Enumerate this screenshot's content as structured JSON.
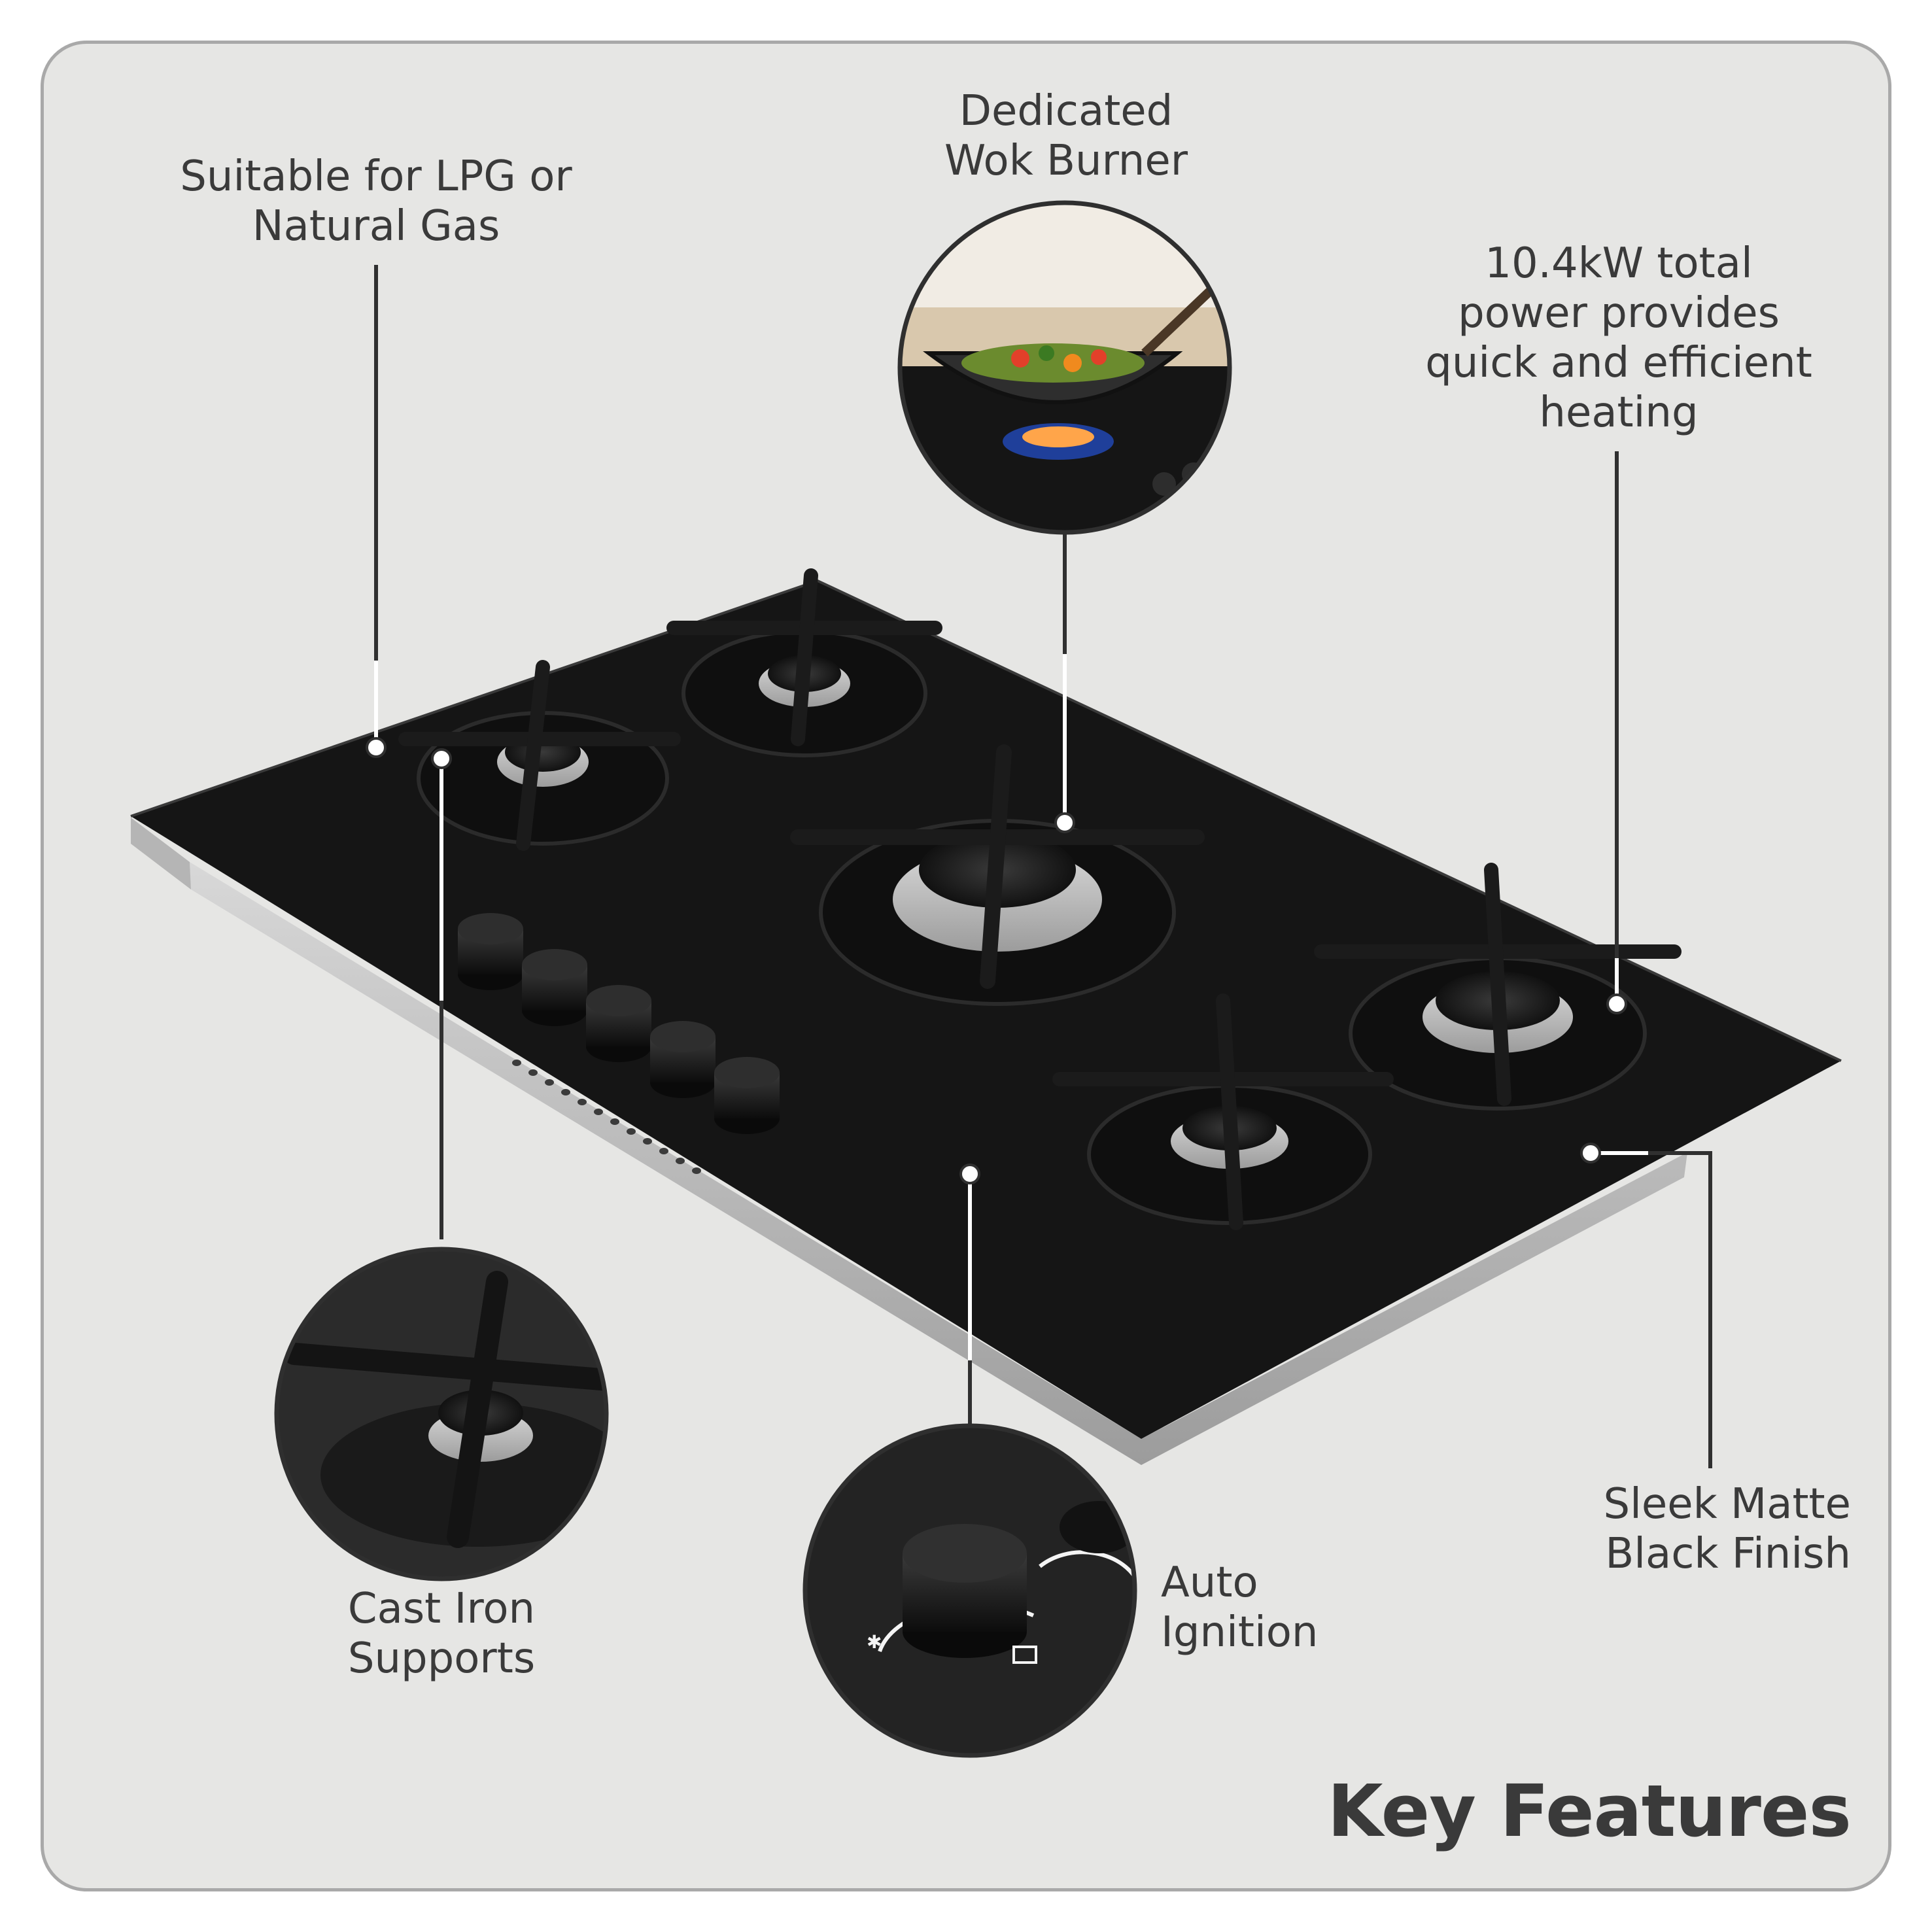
{
  "colors": {
    "background": "#e6e6e4",
    "card_border": "#a9a9a9",
    "text": "#3a3a3a",
    "hob_glass": "#151515",
    "steel": "#bdbdbd",
    "callout_line": "#303030",
    "callout_dot": "#ffffff"
  },
  "features": {
    "fuel": {
      "line1": "Suitable for LPG or",
      "line2": "Natural Gas"
    },
    "wok": {
      "line1": "Dedicated",
      "line2": "Wok Burner"
    },
    "power": {
      "line1": "10.4kW total",
      "line2": "power provides",
      "line3": "quick and efficient",
      "line4": "heating"
    },
    "supports": {
      "line1": "Cast Iron",
      "line2": "Supports"
    },
    "ignition": {
      "line1": "Auto",
      "line2": "Ignition"
    },
    "finish": {
      "line1": "Sleek Matte",
      "line2": "Black Finish"
    }
  },
  "title": "Key Features",
  "icons": [
    "burner-icon",
    "knob-icon",
    "flame-icon",
    "wok-icon"
  ]
}
